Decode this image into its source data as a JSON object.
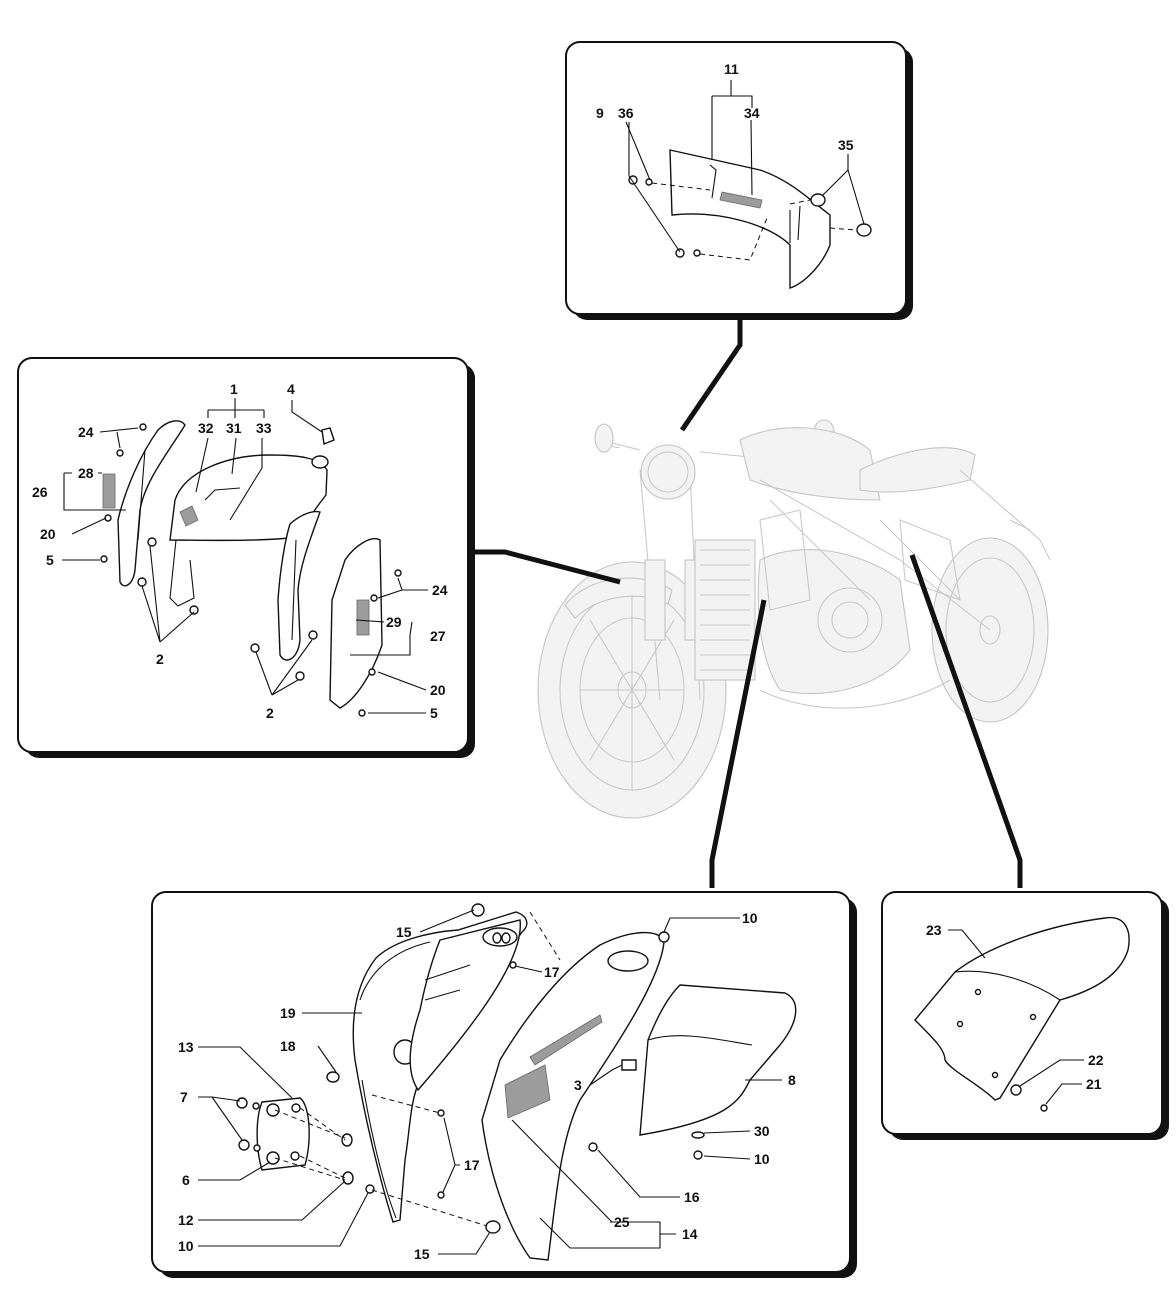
{
  "diagram": {
    "labels": {
      "top": [
        "11",
        "9",
        "36",
        "34",
        "35"
      ],
      "left": [
        "1",
        "4",
        "24",
        "32",
        "31",
        "33",
        "28",
        "26",
        "20",
        "5",
        "2",
        "2",
        "24",
        "29",
        "27",
        "20",
        "5"
      ],
      "bottom": [
        "15",
        "10",
        "17",
        "19",
        "18",
        "13",
        "7",
        "3",
        "8",
        "6",
        "30",
        "10",
        "17",
        "12",
        "16",
        "25",
        "14",
        "10",
        "15"
      ],
      "right": [
        "23",
        "22",
        "21"
      ]
    }
  }
}
